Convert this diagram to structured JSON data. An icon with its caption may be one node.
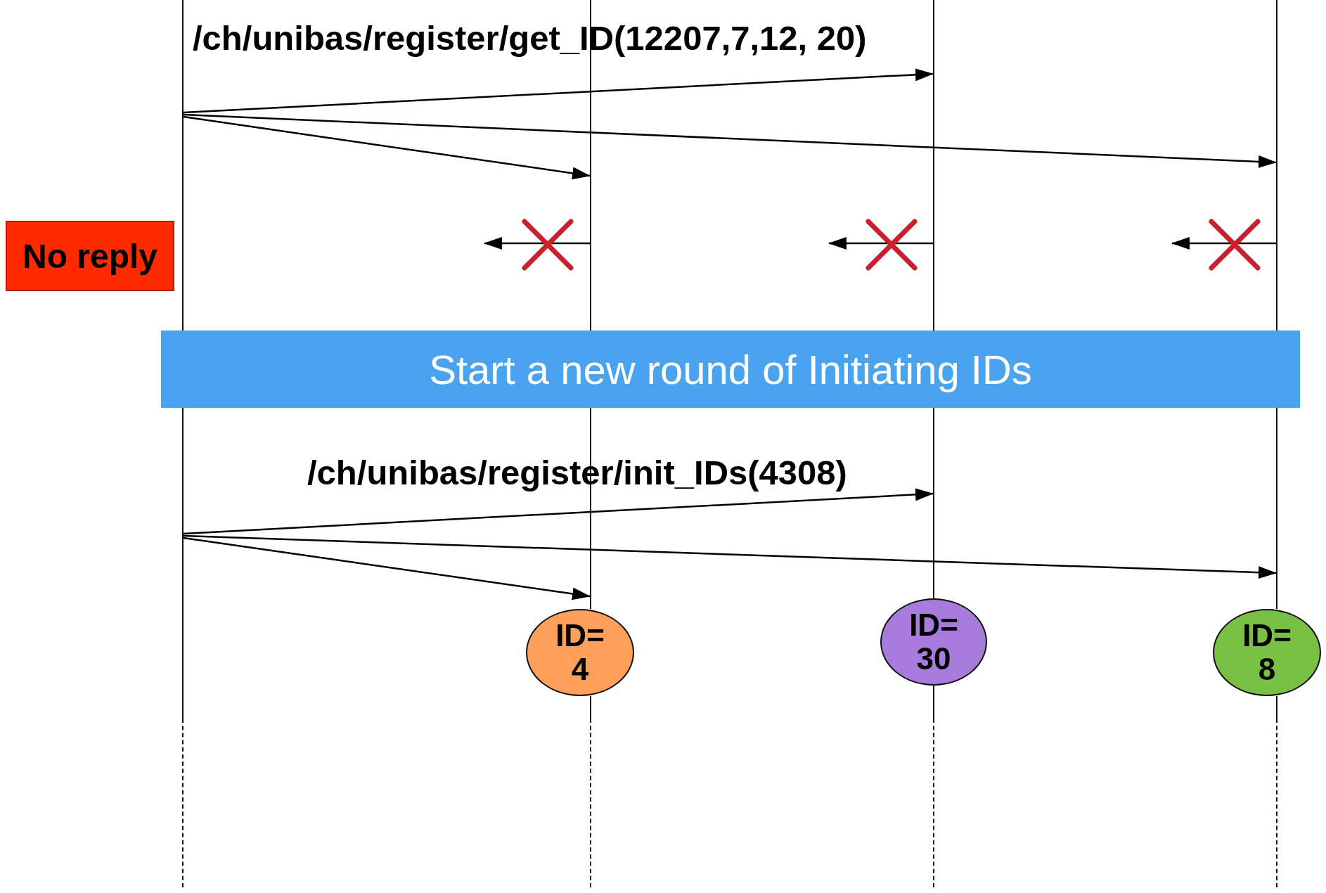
{
  "diagram": {
    "nodes": [
      {
        "text": [],
        "shape": "bar"
      },
      {
        "text": [],
        "shape": "bar"
      },
      {
        "text": [],
        "shape": "bar"
      },
      {
        "text": [],
        "shape": "bar"
      },
      {
        "text": [
          "No reply"
        ]
      },
      {
        "text": [
          "Start a new round of Initiating IDs"
        ]
      },
      {
        "text": [
          "ID= 4"
        ]
      },
      {
        "text": [
          "ID= 30"
        ]
      },
      {
        "text": [
          "ID= 8"
        ]
      }
    ],
    "edges": [
      {
        "from": 0,
        "to": 2,
        "arrow": "to"
      },
      {
        "from": 0,
        "to": 1,
        "arrow": "to"
      },
      {
        "from": 0,
        "to": 3,
        "arrow": "to"
      },
      {
        "from": 1,
        "to": null,
        "arrow": "to"
      },
      {
        "from": 2,
        "to": null,
        "arrow": "to"
      },
      {
        "from": 3,
        "to": null,
        "arrow": "to"
      },
      {
        "from": 0,
        "to": 2,
        "arrow": "to"
      },
      {
        "from": 0,
        "to": 3,
        "arrow": "to"
      },
      {
        "from": 0,
        "to": 1,
        "arrow": "to"
      }
    ],
    "labels": [
      "/ch/unibas/register/get_ID(12207,7,12, 20)",
      "/ch/unibas/register/init_IDs(4308)"
    ]
  }
}
